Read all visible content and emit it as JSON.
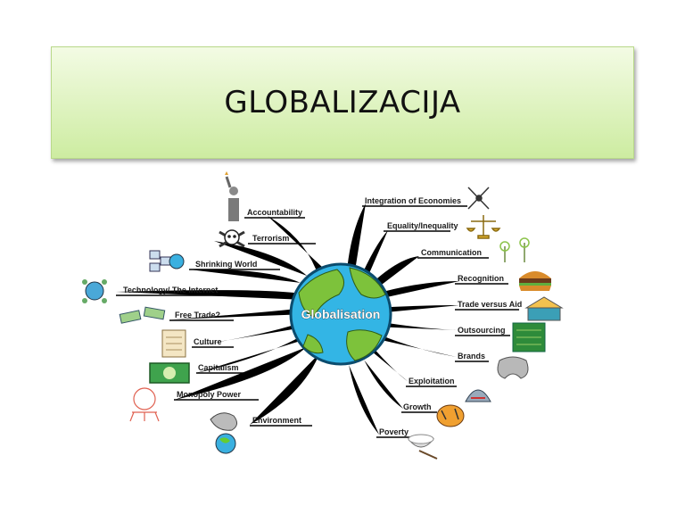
{
  "title": "GLOBALIZACIJA",
  "center": "Globalisation",
  "left_branches": [
    "Accountability",
    "Terrorism",
    "Shrinking World",
    "Technology/ The Internet",
    "Free Trade?",
    "Culture",
    "Capitalism",
    "Monopoly Power",
    "Environment"
  ],
  "right_branches": [
    "Integration of Economies",
    "Equality/Inequality",
    "Communication",
    "Recognition",
    "Trade versus Aid",
    "Outsourcing",
    "Brands",
    "Exploitation",
    "Growth",
    "Poverty"
  ]
}
